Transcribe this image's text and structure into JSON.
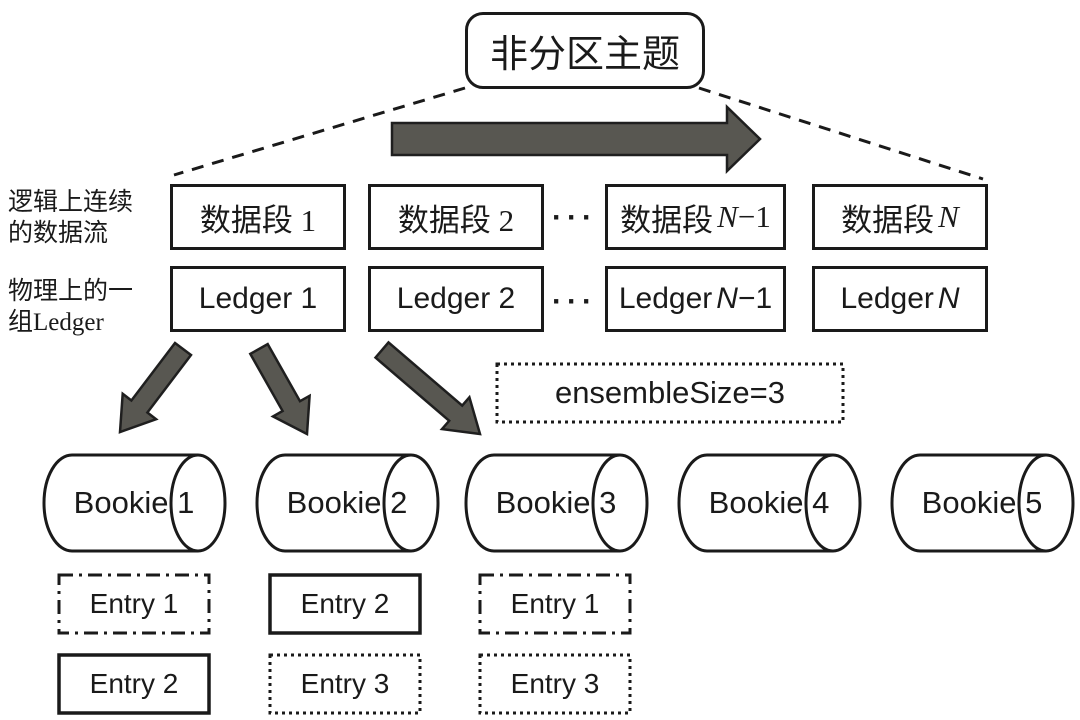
{
  "title": "非分区主题",
  "left_labels": {
    "logical_line1": "逻辑上连续",
    "logical_line2": "的数据流",
    "physical_line1": "物理上的一",
    "physical_line2": "组Ledger"
  },
  "segments": {
    "s1": "数据段 1",
    "s2": "数据段 2",
    "ellipsis": "···",
    "s3_prefix": "数据段",
    "s3_n": "N",
    "s3_suffix": "−1",
    "s4_prefix": "数据段",
    "s4_n": "N"
  },
  "ledgers": {
    "l1": "Ledger 1",
    "l2": "Ledger 2",
    "ellipsis": "···",
    "l3_prefix": "Ledger",
    "l3_n": "N",
    "l3_suffix": "−1",
    "l4_prefix": "Ledger",
    "l4_n": "N"
  },
  "ensemble_label": "ensembleSize=3",
  "bookies": [
    "Bookie 1",
    "Bookie 2",
    "Bookie 3",
    "Bookie 4",
    "Bookie 5"
  ],
  "entries": {
    "bookie1": [
      {
        "label": "Entry 1",
        "style": "dashdot"
      },
      {
        "label": "Entry 2",
        "style": "solid"
      }
    ],
    "bookie2": [
      {
        "label": "Entry 2",
        "style": "solid"
      },
      {
        "label": "Entry 3",
        "style": "dotted"
      }
    ],
    "bookie3": [
      {
        "label": "Entry 1",
        "style": "dashdot"
      },
      {
        "label": "Entry 3",
        "style": "dotted"
      }
    ]
  },
  "colors": {
    "arrow_fill": "#585751",
    "line": "#1a1a1a",
    "background": "#ffffff"
  }
}
